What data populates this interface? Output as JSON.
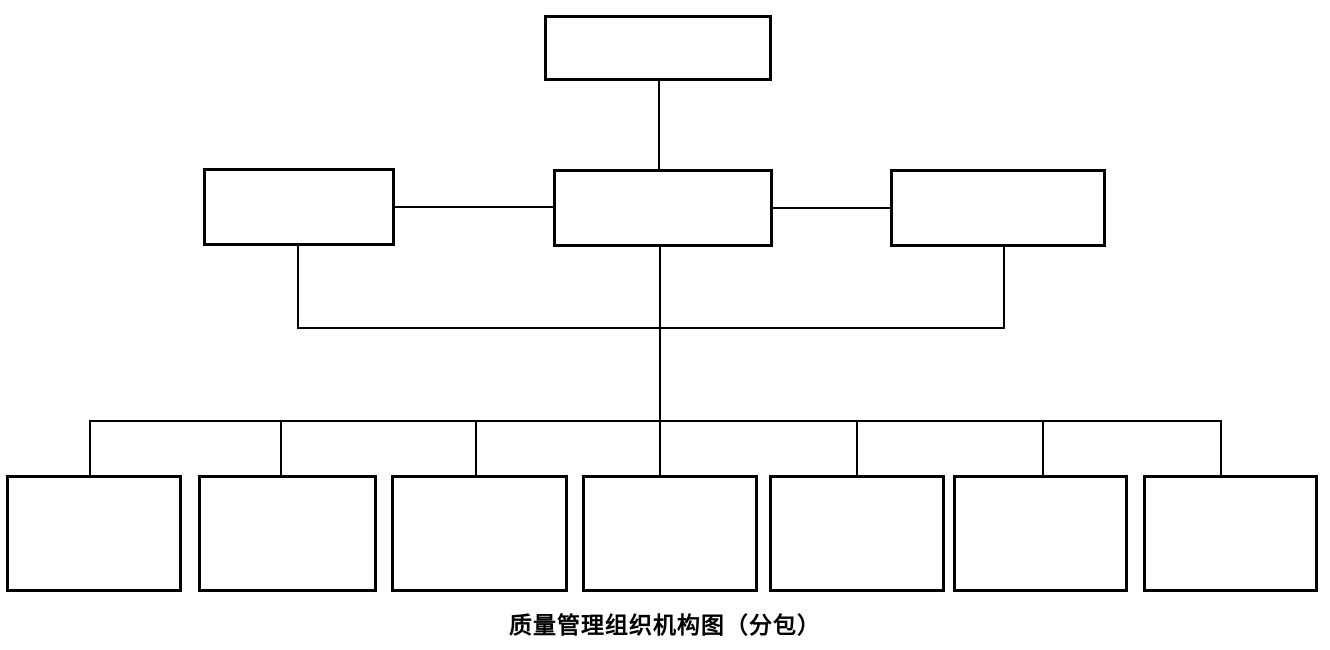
{
  "page": {
    "background": "#ffffff",
    "line_color": "#000000"
  },
  "diagram": {
    "type": "org-chart",
    "caption": "质量管理组织机构图（分包）",
    "levels": [
      {
        "name": "level-1",
        "box_count": 1
      },
      {
        "name": "level-2",
        "box_count": 3
      },
      {
        "name": "level-3",
        "box_count": 7
      }
    ],
    "nodes": {
      "top": {
        "label": ""
      },
      "row2": [
        {
          "label": ""
        },
        {
          "label": ""
        },
        {
          "label": ""
        }
      ],
      "row3": [
        {
          "label": ""
        },
        {
          "label": ""
        },
        {
          "label": ""
        },
        {
          "label": ""
        },
        {
          "label": ""
        },
        {
          "label": ""
        },
        {
          "label": ""
        }
      ]
    }
  }
}
